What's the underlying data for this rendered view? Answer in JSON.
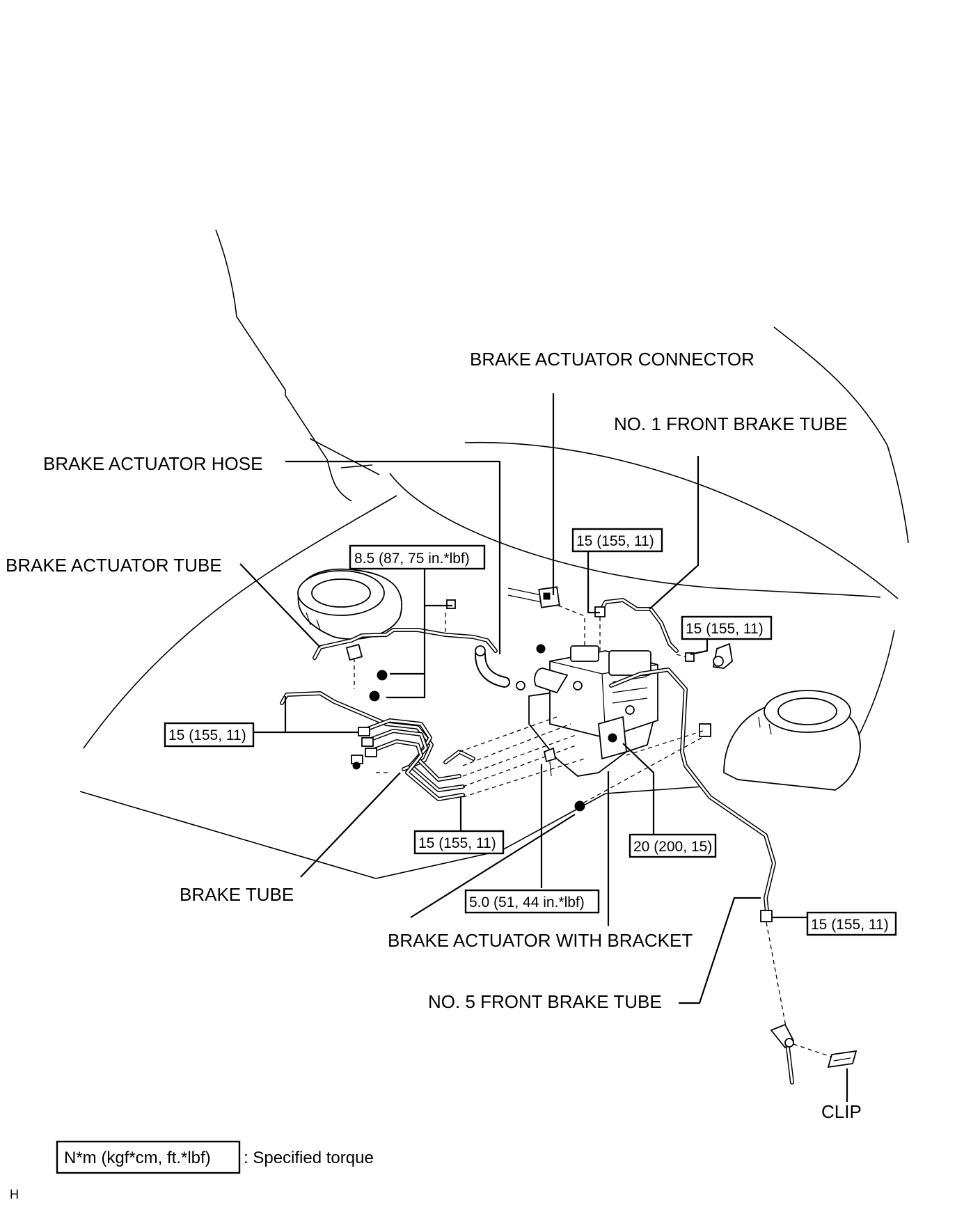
{
  "labels": {
    "brake_actuator_connector": "BRAKE ACTUATOR CONNECTOR",
    "no1_front_brake_tube": "NO. 1 FRONT BRAKE TUBE",
    "brake_actuator_hose": "BRAKE ACTUATOR HOSE",
    "brake_actuator_tube": "BRAKE ACTUATOR TUBE",
    "brake_tube": "BRAKE TUBE",
    "brake_actuator_with_bracket": "BRAKE ACTUATOR WITH BRACKET",
    "no5_front_brake_tube": "NO. 5 FRONT BRAKE TUBE",
    "clip": "CLIP"
  },
  "torques": {
    "hose_clamp": "8.5 (87, 75 in.*lbf)",
    "connector_top": "15 (155, 11)",
    "right_union": "15 (155, 11)",
    "left_union": "15 (155, 11)",
    "bottom_union": "15 (155, 11)",
    "bracket_bolt": "20 (200, 15)",
    "bracket_nut": "5.0 (51, 44 in.*lbf)",
    "no5_union": "15 (155, 11)"
  },
  "legend": {
    "box_text": "N*m (kgf*cm, ft.*lbf)",
    "description": ": Specified torque"
  },
  "footer_code": "H"
}
